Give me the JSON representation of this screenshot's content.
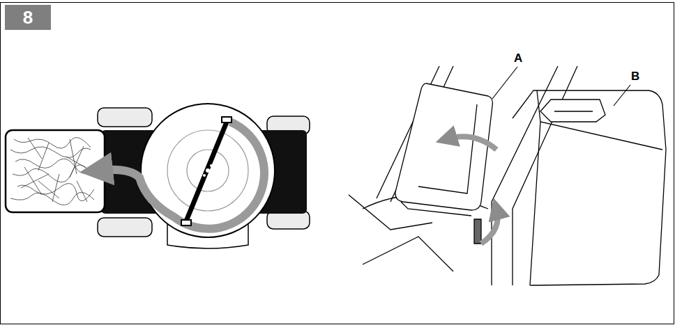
{
  "diagram": {
    "nodes": [
      {
        "text": [
          "8"
        ]
      }
    ],
    "labels": [
      "A",
      "B"
    ]
  }
}
